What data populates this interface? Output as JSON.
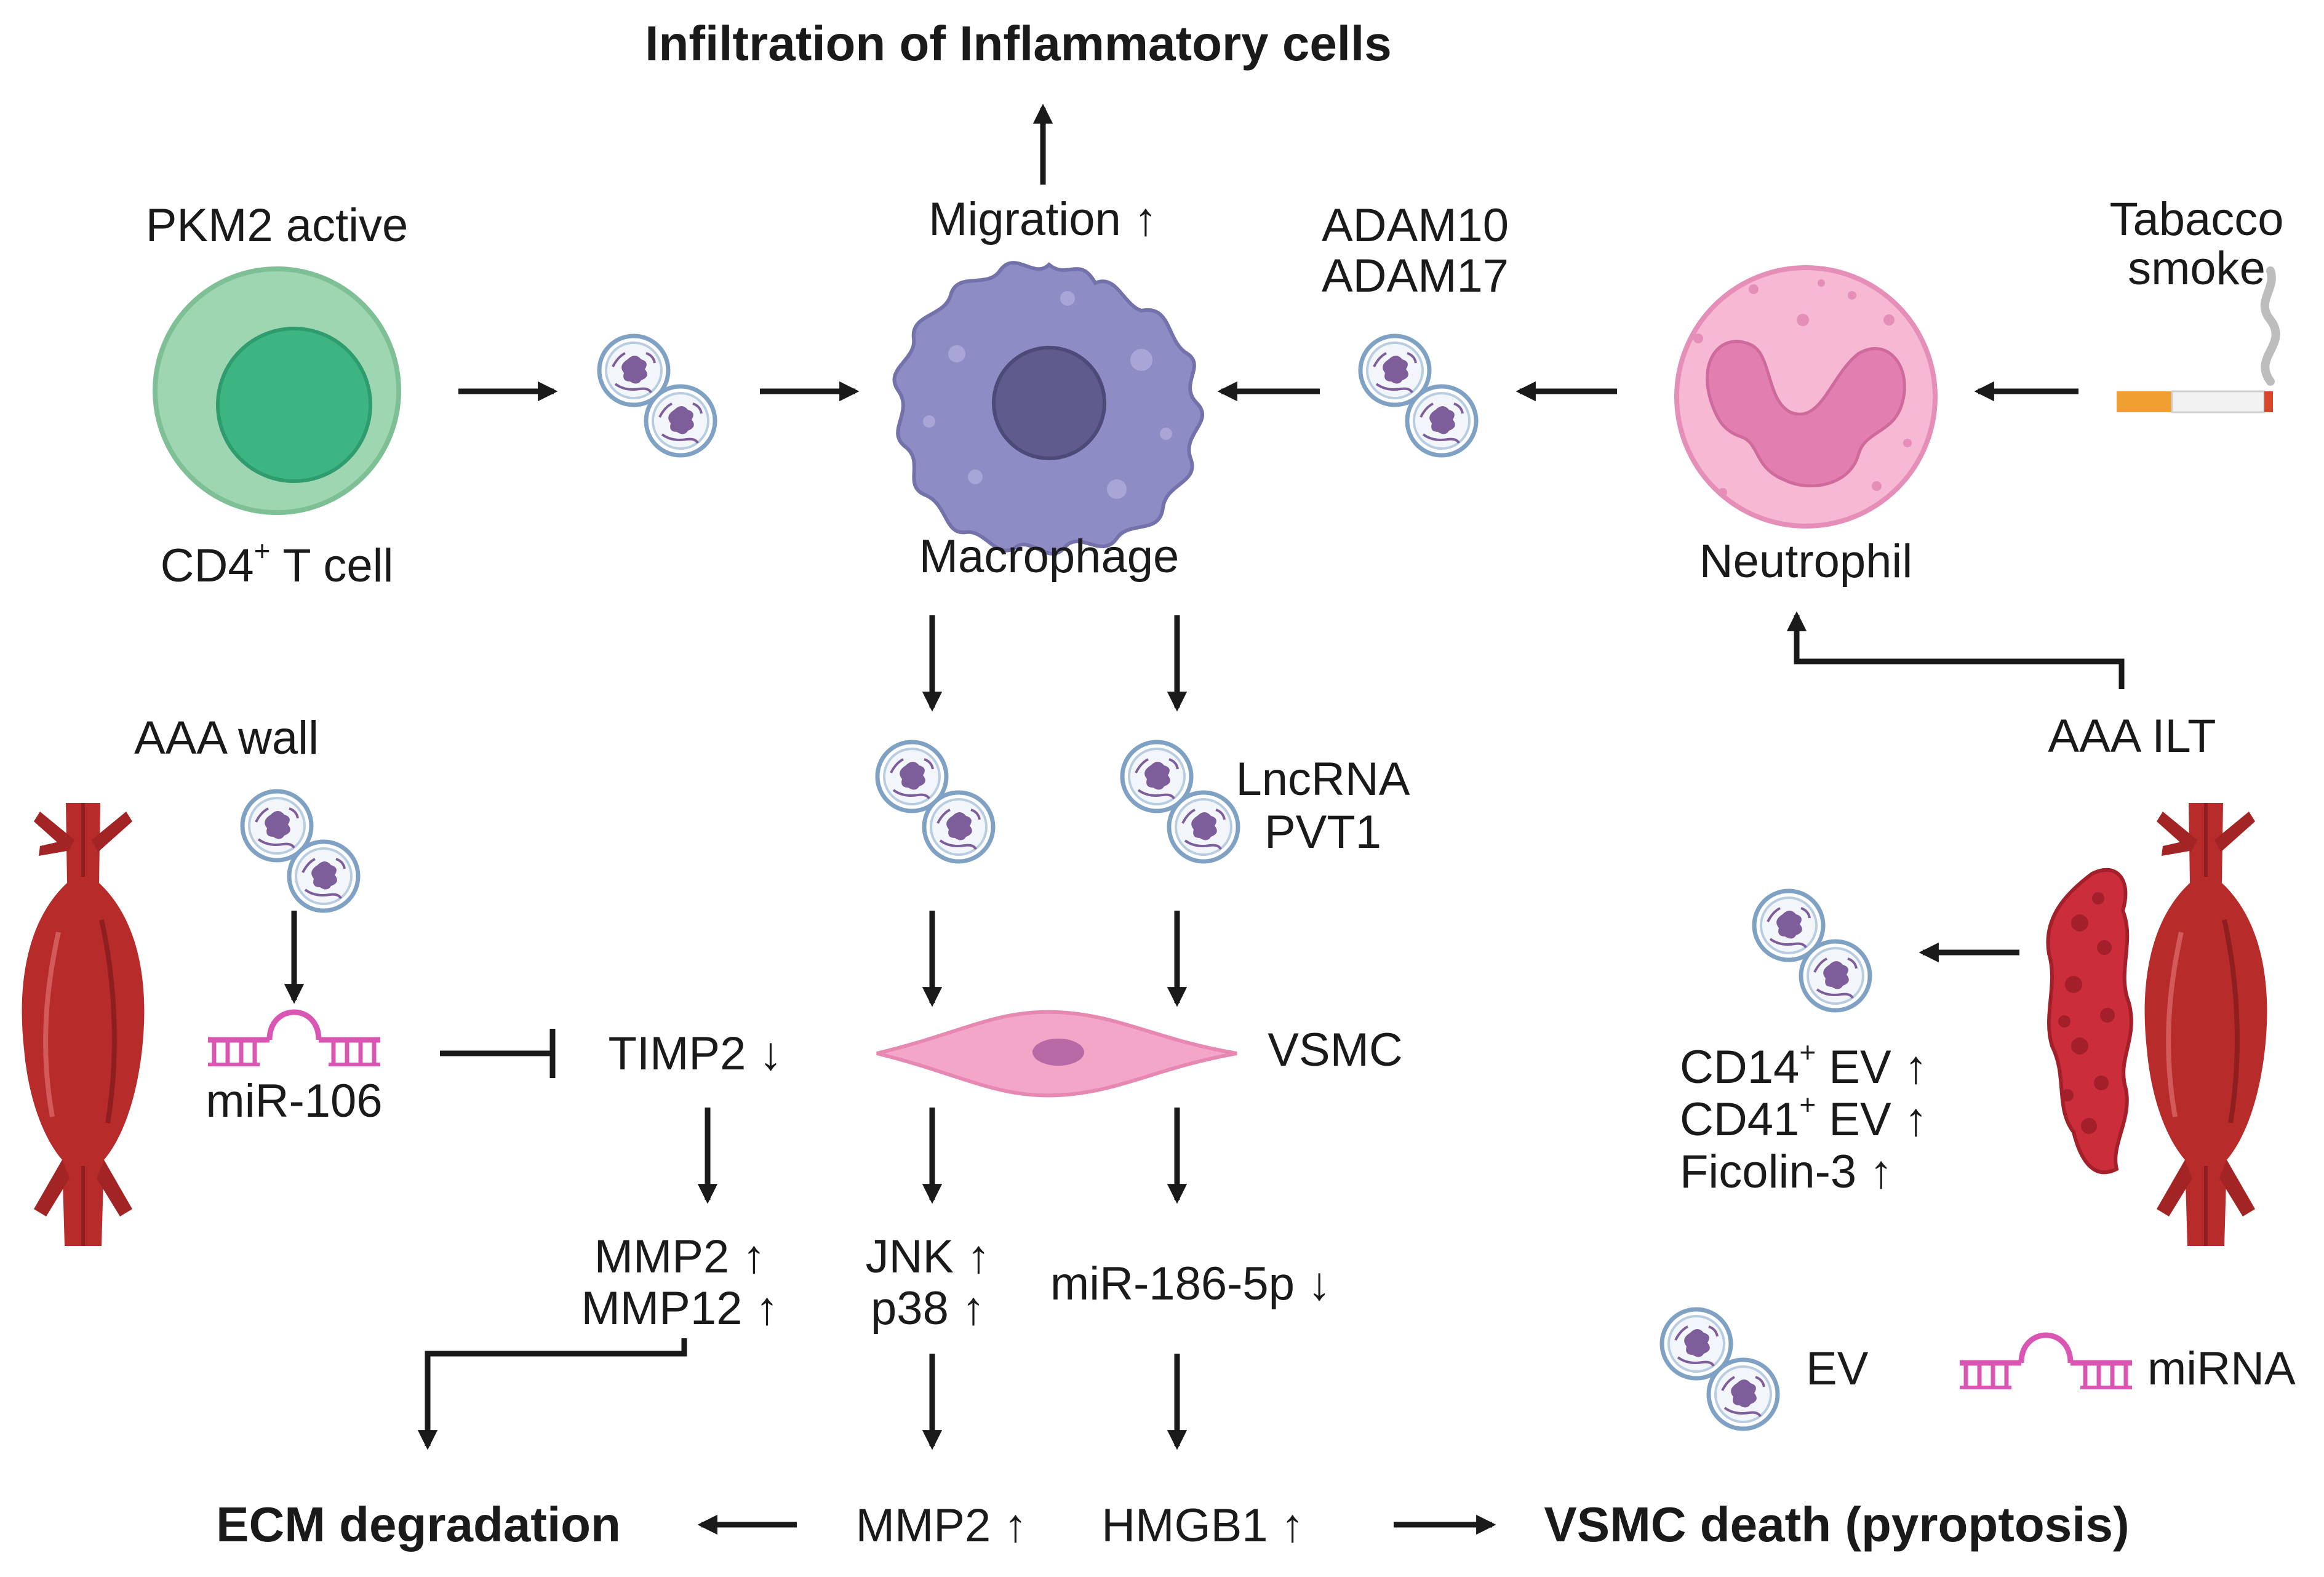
{
  "labels": {
    "infiltration": "Infiltration of Inflammatory cells",
    "migration": "Migration ↑",
    "pkm2": "PKM2 active",
    "cd4_prefix": "CD4",
    "cd4_sup": "+",
    "cd4_suffix": " T cell",
    "macrophage": "Macrophage",
    "adam10": "ADAM10",
    "adam17": "ADAM17",
    "neutrophil": "Neutrophil",
    "tabacco_1": "Tabacco",
    "tabacco_2": "smoke",
    "aaa_wall": "AAA wall",
    "mir106": "miR-106",
    "timp2": "TIMP2 ↓",
    "lncrna": "LncRNA",
    "pvt1": "PVT1",
    "vsmc": "VSMC",
    "aaa_ilt": "AAA ILT",
    "cd14_prefix": "CD14",
    "cd14_sup": "+",
    "cd14_suffix": " EV ↑",
    "cd41_prefix": "CD41",
    "cd41_sup": "+",
    "cd41_suffix": " EV ↑",
    "ficolin": "Ficolin-3 ↑",
    "mmp2_a": "MMP2 ↑",
    "mmp12": "MMP12 ↑",
    "jnk": "JNK ↑",
    "p38": "p38 ↑",
    "mir186": "miR-186-5p ↓",
    "ecm": "ECM degradation",
    "mmp2_b": "MMP2 ↑",
    "hmgb1": "HMGB1 ↑",
    "vsmc_death": "VSMC death (pyroptosis)"
  },
  "legend": {
    "ev": "EV",
    "mirna": "miRNA"
  },
  "icons": {
    "ev": "extracellular-vesicle-icon",
    "mirna": "mirna-hairpin-icon",
    "cigarette": "cigarette-icon",
    "aorta": "aorta-aneurysm-icon",
    "thrombus": "thrombus-icon"
  },
  "colors": {
    "tcell_outer": "#9fd6b2",
    "tcell_inner": "#3db583",
    "macrophage": "#8d8cc4",
    "macrophage_nucleus": "#5e5c8c",
    "neutrophil": "#f6b8d2",
    "neutrophil_nucleus": "#e27fb0",
    "vsmc": "#f4a6c8",
    "vsmc_nucleus": "#b86aa6",
    "mirna": "#d957b3",
    "aorta": "#b82b2b",
    "thrombus": "#cc2d3a",
    "ev_ring": "#7fa2c4",
    "ev_cargo": "#7e5e9a"
  }
}
